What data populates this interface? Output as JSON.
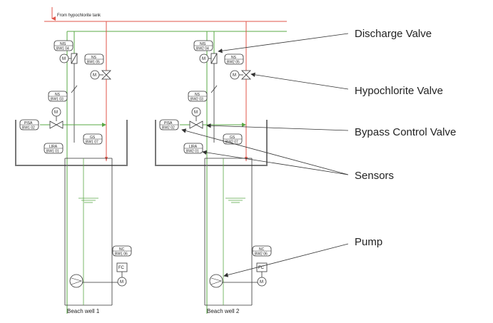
{
  "diagram": {
    "supply_label": "From hypochlorite tank",
    "wells": [
      {
        "name": "Beach well 1",
        "tags": [
          {
            "top": "NIS",
            "bottom": "BW1 04"
          },
          {
            "top": "NS",
            "bottom": "BW1 05"
          },
          {
            "top": "NS",
            "bottom": "BW1 03"
          },
          {
            "top": "PISA",
            "bottom": "BW1 02"
          },
          {
            "top": "GS",
            "bottom": "BW1 07"
          },
          {
            "top": "LIRA",
            "bottom": "BW1 01"
          },
          {
            "top": "NC",
            "bottom": "BW1 06"
          }
        ]
      },
      {
        "name": "Beach well 2",
        "tags": [
          {
            "top": "NIS",
            "bottom": "BW2 04"
          },
          {
            "top": "NS",
            "bottom": "BW2 05"
          },
          {
            "top": "NS",
            "bottom": "BW2 03"
          },
          {
            "top": "PISA",
            "bottom": "BW2 02"
          },
          {
            "top": "GS",
            "bottom": "BW2 07"
          },
          {
            "top": "LIRA",
            "bottom": "BW2 01"
          },
          {
            "top": "NC",
            "bottom": "BW2 06"
          }
        ]
      }
    ],
    "motor_symbol": "M",
    "fc_symbol": "FC",
    "callouts": {
      "discharge": "Discharge Valve",
      "hypochlorite": "Hypochlorite Valve",
      "bypass": "Bypass Control Valve",
      "sensors": "Sensors",
      "pump": "Pump"
    },
    "colors": {
      "water_line": "#5aa846",
      "chem_line": "#e0554a",
      "line": "#333333",
      "tank": "#777777"
    }
  }
}
